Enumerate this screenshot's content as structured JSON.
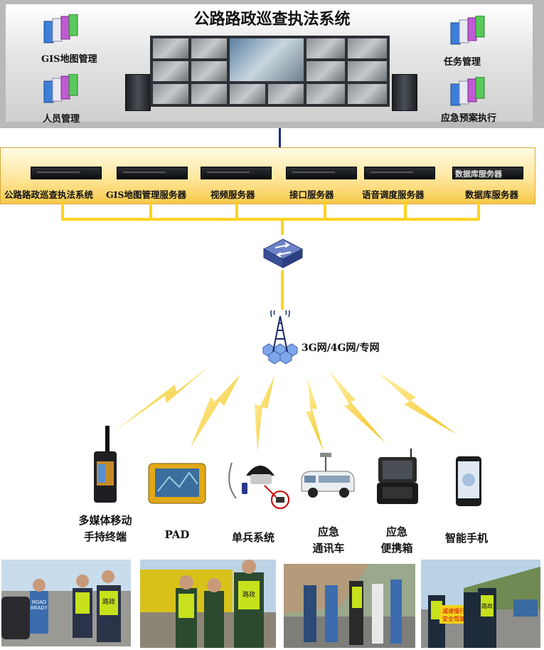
{
  "top": {
    "title": "公路路政巡查执法系统",
    "left_modules": [
      "GIS地图管理",
      "人员管理"
    ],
    "right_modules": [
      "任务管理",
      "应急预案执行"
    ]
  },
  "servers": [
    "公路路政巡查执法系统",
    "GIS地图管理服务器",
    "视频服务器",
    "接口服务器",
    "语音调度服务器",
    "数据库服务器"
  ],
  "server_overlay_label": "数据库服务器",
  "network": {
    "label": "3G网/4G网/专网"
  },
  "devices": [
    {
      "line1": "多媒体移动",
      "line2": "手持终端"
    },
    {
      "line1": "PAD",
      "line2": ""
    },
    {
      "line1": "单兵系统",
      "line2": ""
    },
    {
      "line1": "应急",
      "line2": "通讯车"
    },
    {
      "line1": "应急",
      "line2": "便携箱"
    },
    {
      "line1": "智能手机",
      "line2": ""
    }
  ],
  "photo_texts": {
    "vest": "路政",
    "shirt_line1": "ROAD",
    "shirt_line2": "READY",
    "sign_line1": "减速慢行",
    "sign_line2": "安全驾驶"
  },
  "colors": {
    "accent_yellow": "#ffd21e",
    "link_blue": "#1a2a8a",
    "switch_blue": "#4a5fa8",
    "bolt": "#f2c21a"
  }
}
